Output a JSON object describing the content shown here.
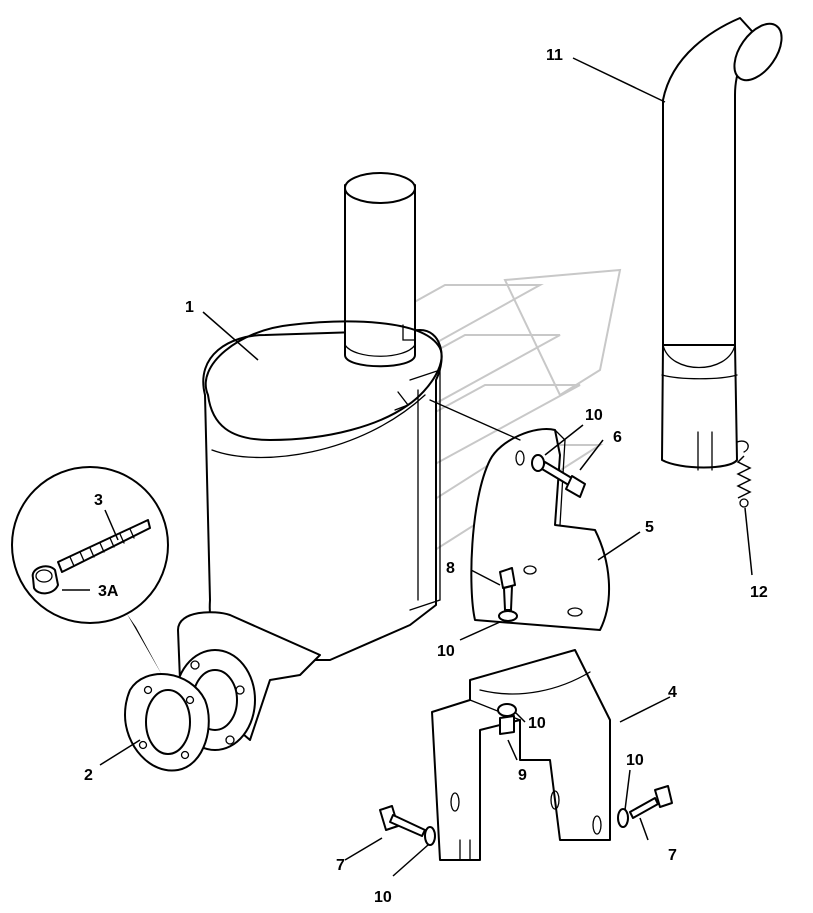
{
  "diagram": {
    "callouts": {
      "c1": "1",
      "c2": "2",
      "c3": "3",
      "c3a": "3A",
      "c4": "4",
      "c5": "5",
      "c6": "6",
      "c7a": "7",
      "c7b": "7",
      "c8": "8",
      "c9": "9",
      "c10a": "10",
      "c10b": "10",
      "c10c": "10",
      "c10d": "10",
      "c10e": "10",
      "c11": "11",
      "c12": "12"
    },
    "colors": {
      "line": "#000000",
      "background": "#ffffff",
      "watermark": "#c8c8c8"
    }
  }
}
